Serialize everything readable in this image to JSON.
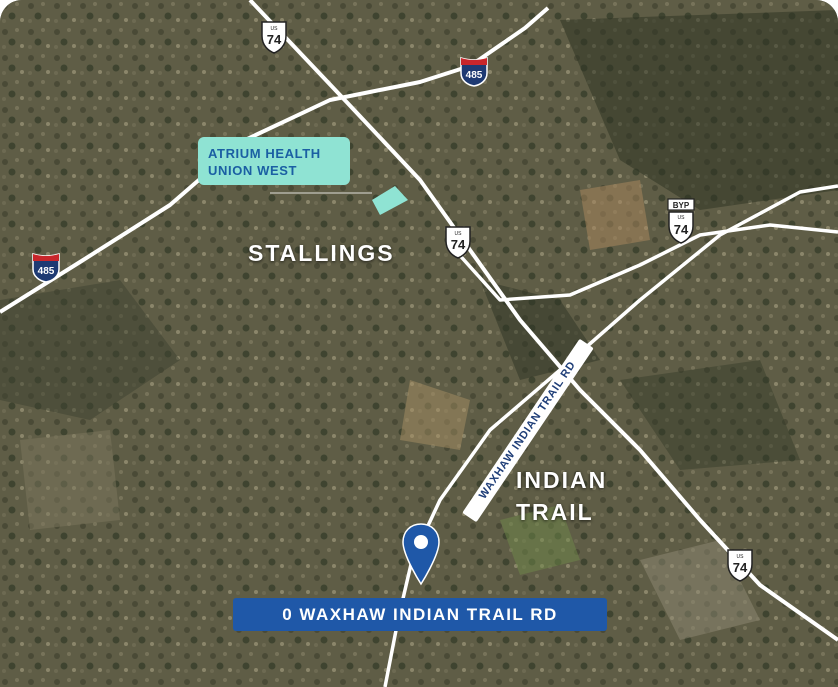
{
  "map": {
    "places": {
      "stallings": "STALLINGS",
      "indian_trail_line1": "INDIAN",
      "indian_trail_line2": "TRAIL"
    },
    "poi": {
      "name_line1": "ATRIUM HEALTH",
      "name_line2": "UNION WEST",
      "fill_color": "#8fe3d3",
      "text_color": "#1a5fa3"
    },
    "road_label": "WAXHAW INDIAN TRAIL RD",
    "address": "0 WAXHAW INDIAN TRAIL RD",
    "route_shields": {
      "us_prefix": "US",
      "us_route": "74",
      "byp_label": "BYP",
      "interstate": "485"
    },
    "colors": {
      "banner": "#1f58a8",
      "pin": "#1f58a8",
      "road": "#ffffff"
    }
  }
}
